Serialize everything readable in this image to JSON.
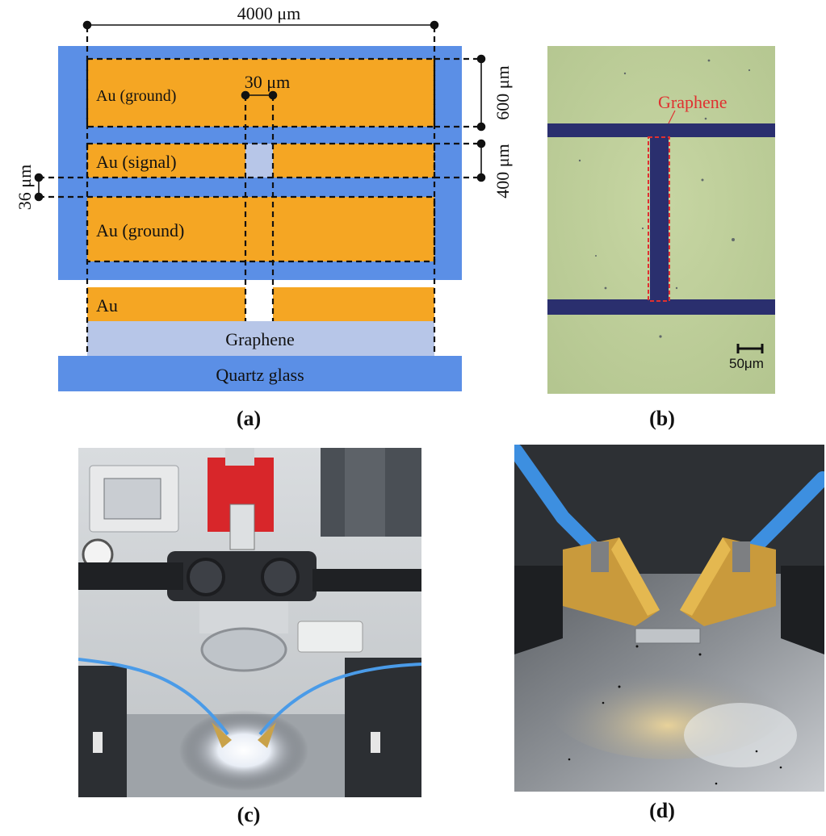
{
  "panel_a": {
    "width_dim": "4000 μm",
    "gap_dim": "30 μm",
    "ground_height_dim": "600 μm",
    "signal_height_dim": "400 μm",
    "spacing_dim": "36 μm",
    "label_ground_top": "Au (ground)",
    "label_signal": "Au (signal)",
    "label_ground_bottom": "Au (ground)",
    "label_au": "Au",
    "label_graphene": "Graphene",
    "label_substrate": "Quartz glass",
    "caption": "(a)"
  },
  "panel_b": {
    "graphene_label": "Graphene",
    "scale_bar": "50μm",
    "caption": "(b)"
  },
  "panel_c": {
    "caption": "(c)"
  },
  "panel_d": {
    "caption": "(d)"
  },
  "colors": {
    "gold": "#f5a623",
    "quartz_blue": "#5b8fe6",
    "graphene_gray": "#b7c6e8",
    "micro_bg": "#bfcf9a",
    "micro_line": "#2a2f6e",
    "graphene_box": "#e03030"
  }
}
